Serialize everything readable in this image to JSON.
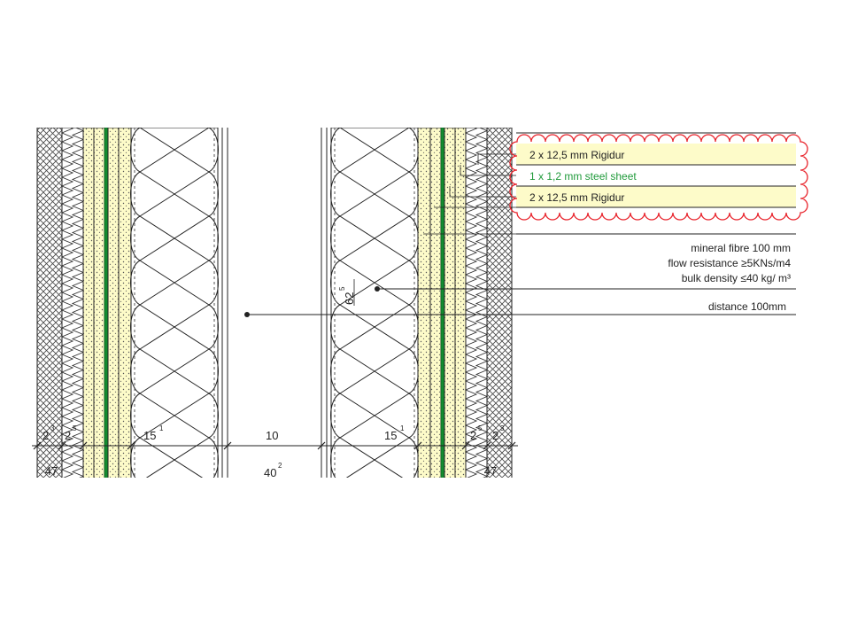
{
  "labels": {
    "rigidur_top": "2 x 12,5 mm Rigidur",
    "steel_sheet": "1 x 1,2 mm steel sheet",
    "rigidur_bottom": "2 x 12,5 mm Rigidur",
    "mineral_fibre": "mineral fibre 100 mm",
    "flow_resistance": "flow resistance ≥5KNs/m4",
    "bulk_density": "bulk density ≤40 kg/ m³",
    "distance": "distance 100mm"
  },
  "dimensions": {
    "outer_left_main": "2",
    "outer_left_sup": "3",
    "inner_left_main": "2",
    "inner_left_sup": "5",
    "insulation_left_main": "15",
    "insulation_left_sup": "1",
    "gap": "10",
    "insulation_right_main": "15",
    "insulation_right_sup": "1",
    "inner_right_main": "2",
    "inner_right_sup": "5",
    "outer_right_main": "2",
    "outer_right_sup": "3",
    "total_left": "47",
    "total_main": "40",
    "total_sup": "2",
    "total_right": "47",
    "vertical_main": "62",
    "vertical_sup": "5"
  },
  "colors": {
    "board": "#fdfbc9",
    "steel": "#138c2f",
    "leader": "#1a1a1a",
    "steel_label": "#1f9a3a",
    "cloud": "#e8232b"
  }
}
